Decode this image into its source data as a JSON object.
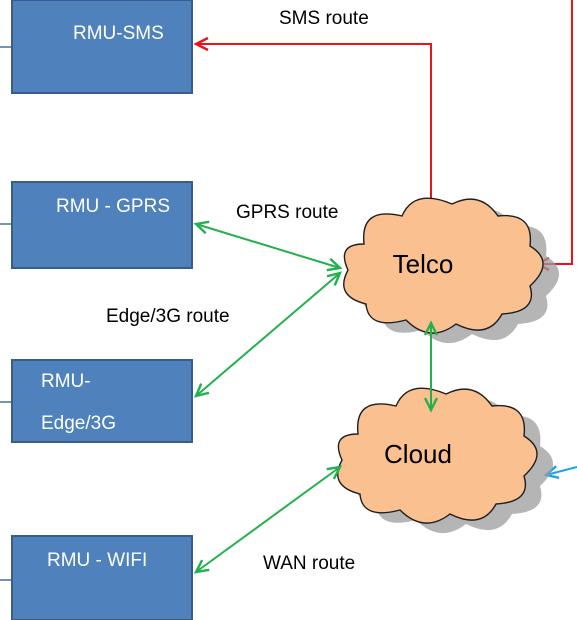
{
  "colors": {
    "box_fill": "#4F81BD",
    "box_border": "#385D8A",
    "cloud_fill": "#FAC090",
    "cloud_border": "#1F1F1F",
    "cloud_shadow": "#9C9C9C",
    "sms_route": "#E8141B",
    "green_routes": "#22B14C",
    "wan_input": "#1AA3E8",
    "left_edge_line": "#4A6FA0"
  },
  "boxes": {
    "sms": {
      "label": "RMU-SMS"
    },
    "gprs": {
      "label": "RMU - GPRS"
    },
    "edge": {
      "label_line1": "RMU-",
      "label_line2": "Edge/3G"
    },
    "wifi": {
      "label": "RMU - WIFI"
    }
  },
  "clouds": {
    "telco": {
      "label": "Telco"
    },
    "cloud": {
      "label": "Cloud"
    }
  },
  "routes": {
    "sms": "SMS route",
    "gprs": "GPRS route",
    "edge": "Edge/3G route",
    "wan": "WAN route"
  }
}
